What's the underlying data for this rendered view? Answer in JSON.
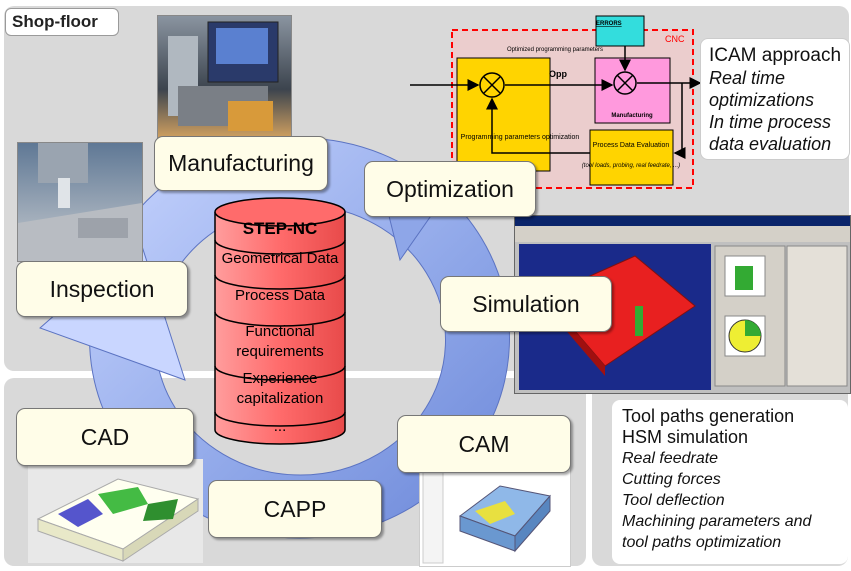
{
  "shopfloor_label": "Shop-floor",
  "labels": {
    "manufacturing": "Manufacturing",
    "optimization": "Optimization",
    "inspection": "Inspection",
    "simulation": "Simulation",
    "cad": "CAD",
    "capp": "CAPP",
    "cam": "CAM"
  },
  "database": {
    "title": "STEP-NC",
    "layers": [
      "Geometrical Data",
      "Process Data",
      "Functional requirements",
      "Experience capitalization",
      "..."
    ]
  },
  "cnc_diagram": {
    "errors_label": "ERRORS",
    "cnc_label": "CNC",
    "opp_caption": "Optimized programming parameters",
    "opp_label": "Opp",
    "manufacturing_box": "Manufacturing",
    "programming_box": "Programming parameters optimization",
    "process_data_title": "Process Data Evaluation",
    "process_data_detail": "(tool loads, probing, real feedrate, ...)"
  },
  "icam": {
    "title": "ICAM approach",
    "lines": [
      "Real time",
      "optimizations",
      "In time process",
      "data evaluation"
    ]
  },
  "toolpaths": {
    "lines": [
      "Tool paths generation",
      "HSM simulation"
    ],
    "italic_lines": [
      "Real feedrate",
      "Cutting forces",
      "Tool deflection",
      "Machining parameters and",
      "tool paths optimization"
    ]
  },
  "colors": {
    "panel": "#d9d9d9",
    "label_bg": "#fffde8",
    "db_red": "#ff6b6b",
    "cycle_blue": "#8ea6e8",
    "yellow_box": "#ffd400",
    "pink_box": "#ff99dd",
    "cyan_box": "#33dddd",
    "cnc_dash": "#ff0000"
  }
}
